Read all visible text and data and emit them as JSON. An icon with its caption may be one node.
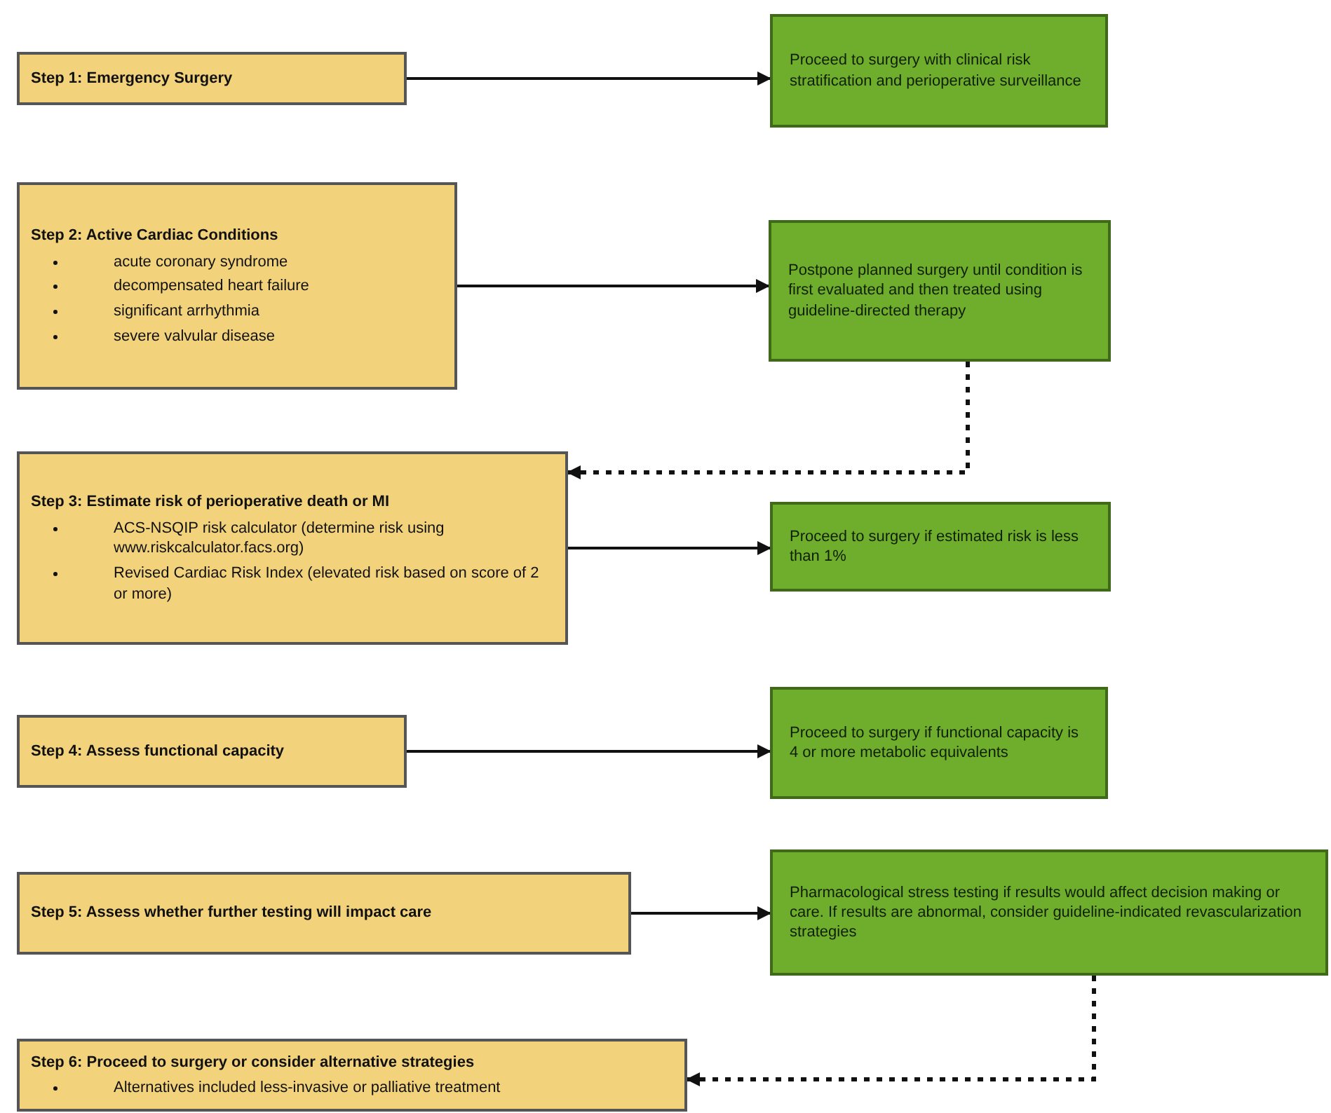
{
  "diagram": {
    "nodes": [
      {
        "text": [
          "Step 1: Emergency Surgery"
        ]
      },
      {
        "text": [
          "Proceed to surgery with clinical risk stratification and perioperative surveillance"
        ]
      },
      {
        "text": [
          "Step 2: Active Cardiac Conditions",
          "acute coronary syndrome",
          "decompensated heart failure",
          "significant arrhythmia",
          "severe valvular disease"
        ]
      },
      {
        "text": [
          "Postpone planned surgery until condition is first evaluated and then treated using guideline-directed therapy"
        ]
      },
      {
        "text": [
          "Step 3: Estimate risk of perioperative death or MI",
          "ACS-NSQIP risk calculator (determine risk using www.riskcalculator.facs.org)",
          "Revised Cardiac Risk Index (elevated risk based on score of 2 or more)"
        ]
      },
      {
        "text": [
          "Proceed to surgery if estimated risk is less than 1%"
        ]
      },
      {
        "text": [
          "Step 4: Assess functional capacity"
        ]
      },
      {
        "text": [
          "Proceed to surgery if functional capacity is 4 or more metabolic equivalents"
        ]
      },
      {
        "text": [
          "Step 5: Assess whether further testing will impact care"
        ]
      },
      {
        "text": [
          "Pharmacological stress testing if results would affect decision making or care. If results are abnormal, consider guideline-indicated revascularization strategies"
        ]
      },
      {
        "text": [
          "Step 6: Proceed to surgery or consider alternative strategies",
          "Alternatives included less-invasive or palliative treatment"
        ]
      }
    ],
    "edges": [
      {
        "from": 0,
        "to": 1,
        "arrow": "to"
      },
      {
        "from": 2,
        "to": 3,
        "arrow": "to"
      },
      {
        "from": 3,
        "to": 4,
        "arrow": "to",
        "style": "dashed"
      },
      {
        "from": 4,
        "to": 5,
        "arrow": "to"
      },
      {
        "from": 6,
        "to": 7,
        "arrow": "to"
      },
      {
        "from": 8,
        "to": 9,
        "arrow": "to"
      },
      {
        "from": 9,
        "to": 10,
        "arrow": "to",
        "style": "dashed"
      }
    ]
  }
}
